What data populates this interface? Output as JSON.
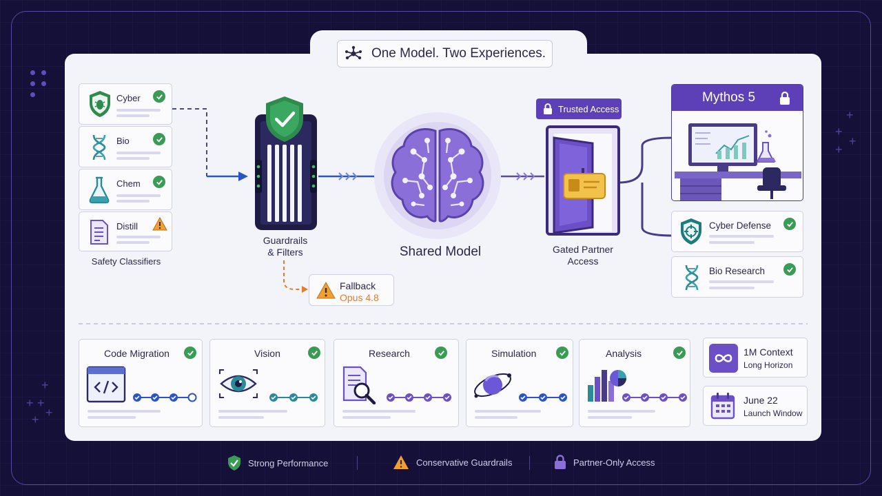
{
  "title": "One Model. Two Experiences.",
  "classifiers": {
    "label": "Safety Classifiers",
    "items": [
      {
        "label": "Cyber",
        "status": "check"
      },
      {
        "label": "Bio",
        "status": "check"
      },
      {
        "label": "Chem",
        "status": "check"
      },
      {
        "label": "Distill",
        "status": "warning"
      }
    ]
  },
  "guardrails": {
    "line1": "Guardrails",
    "line2": "& Filters"
  },
  "fallback": {
    "line1": "Fallback",
    "line2": "Opus 4.8"
  },
  "shared_model": {
    "label": "Shared Model"
  },
  "gated": {
    "badge": "Trusted Access",
    "line1": "Gated Partner",
    "line2": "Access"
  },
  "mythos": {
    "title": "Mythos 5"
  },
  "partner_apps": [
    {
      "label": "Cyber Defense"
    },
    {
      "label": "Bio Research"
    }
  ],
  "capabilities": [
    {
      "label": "Code Migration",
      "icon": "code-window-icon"
    },
    {
      "label": "Vision",
      "icon": "eye-icon"
    },
    {
      "label": "Research",
      "icon": "document-search-icon"
    },
    {
      "label": "Simulation",
      "icon": "orbit-icon"
    },
    {
      "label": "Analysis",
      "icon": "bar-pie-chart-icon"
    }
  ],
  "info_cards": [
    {
      "title": "1M Context",
      "subtitle": "Long Horizon"
    },
    {
      "title": "June 22",
      "subtitle": "Launch Window"
    }
  ],
  "legend": [
    {
      "label": "Strong Performance"
    },
    {
      "label": "Conservative Guardrails"
    },
    {
      "label": "Partner-Only Access"
    }
  ],
  "colors": {
    "accent": "#6b4fc7",
    "check": "#3a9b55",
    "warning": "#f0a030",
    "flow_blue": "#2c54c9",
    "fallback_orange": "#e97a2a"
  }
}
